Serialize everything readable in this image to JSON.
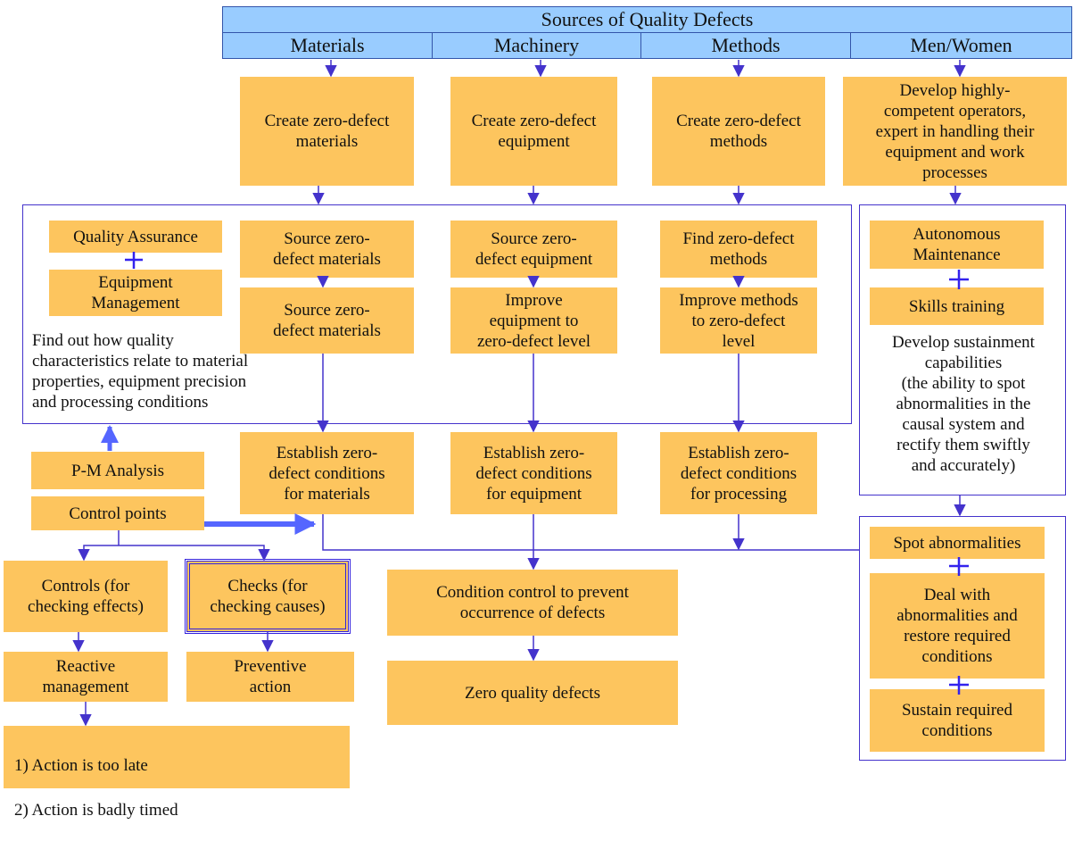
{
  "header": {
    "title": "Sources of Quality Defects",
    "columns": [
      "Materials",
      "Machinery",
      "Methods",
      "Men/Women"
    ]
  },
  "row1": {
    "materials": "Create zero-defect\nmaterials",
    "machinery": "Create zero-defect\nequipment",
    "methods": "Create zero-defect\nmethods",
    "men": "Develop highly-\ncompetent operators,\nexpert in handling their\nequipment and work\nprocesses"
  },
  "left_panel": {
    "quality_assurance": "Quality Assurance",
    "equipment_management": "Equipment\nManagement",
    "find_out_text": "Find out how quality\ncharacteristics relate to material\nproperties, equipment precision\nand processing conditions"
  },
  "row2": {
    "materials_a": "Source zero-\ndefect materials",
    "materials_b": "Source zero-\ndefect materials",
    "machinery_a": "Source zero-\ndefect equipment",
    "machinery_b": "Improve\nequipment to\nzero-defect level",
    "methods_a": "Find zero-defect\nmethods",
    "methods_b": "Improve methods\nto zero-defect\nlevel"
  },
  "men_panel": {
    "autonomous": "Autonomous\nMaintenance",
    "skills": "Skills training",
    "sustainment_text": "Develop sustainment\ncapabilities\n(the ability to spot\nabnormalities in the\ncausal system and\nrectify them swiftly\nand accurately)"
  },
  "row3": {
    "materials": "Establish zero-\ndefect conditions\nfor materials",
    "machinery": "Establish zero-\ndefect conditions\nfor equipment",
    "methods": "Establish zero-\ndefect conditions\nfor processing"
  },
  "left_flow": {
    "pm_analysis": "P-M Analysis",
    "control_points": "Control points",
    "controls": "Controls (for\nchecking effects)",
    "checks": "Checks (for\nchecking causes)",
    "reactive": "Reactive\nmanagement",
    "preventive": "Preventive\naction",
    "actions": [
      "1) Action is too late",
      "2) Action is badly timed"
    ]
  },
  "center_flow": {
    "condition_control": "Condition control to prevent\noccurrence of defects",
    "zero_defects": "Zero quality defects"
  },
  "abnormal_panel": {
    "spot": "Spot abnormalities",
    "deal": "Deal with\nabnormalities and\nrestore required\nconditions",
    "sustain": "Sustain required\nconditions"
  },
  "colors": {
    "box_fill": "#FDC55E",
    "header_fill": "#99CCFF",
    "line": "#4433cc",
    "arrow": "#5555ff"
  }
}
